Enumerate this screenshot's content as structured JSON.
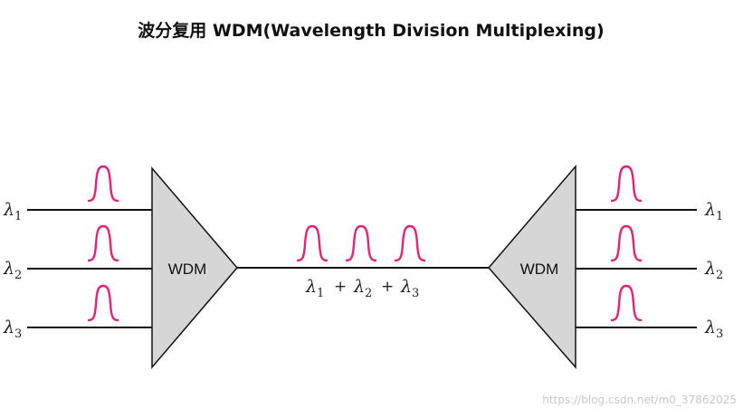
{
  "title": "波分复用 WDM(Wavelength Division Multiplexing)",
  "symbol": "λ",
  "multiplexer": {
    "label": "WDM"
  },
  "demultiplexer": {
    "label": "WDM"
  },
  "inputs": [
    {
      "subscript": "1"
    },
    {
      "subscript": "2"
    },
    {
      "subscript": "3"
    }
  ],
  "outputs": [
    {
      "subscript": "1"
    },
    {
      "subscript": "2"
    },
    {
      "subscript": "3"
    }
  ],
  "combined": {
    "terms": [
      "1",
      "2",
      "3"
    ],
    "operator": "+"
  },
  "colors": {
    "pulse": "#e8207a",
    "device_fill": "#d6d6d6",
    "line": "#111111"
  },
  "watermark": "https://blog.csdn.net/m0_37862025"
}
